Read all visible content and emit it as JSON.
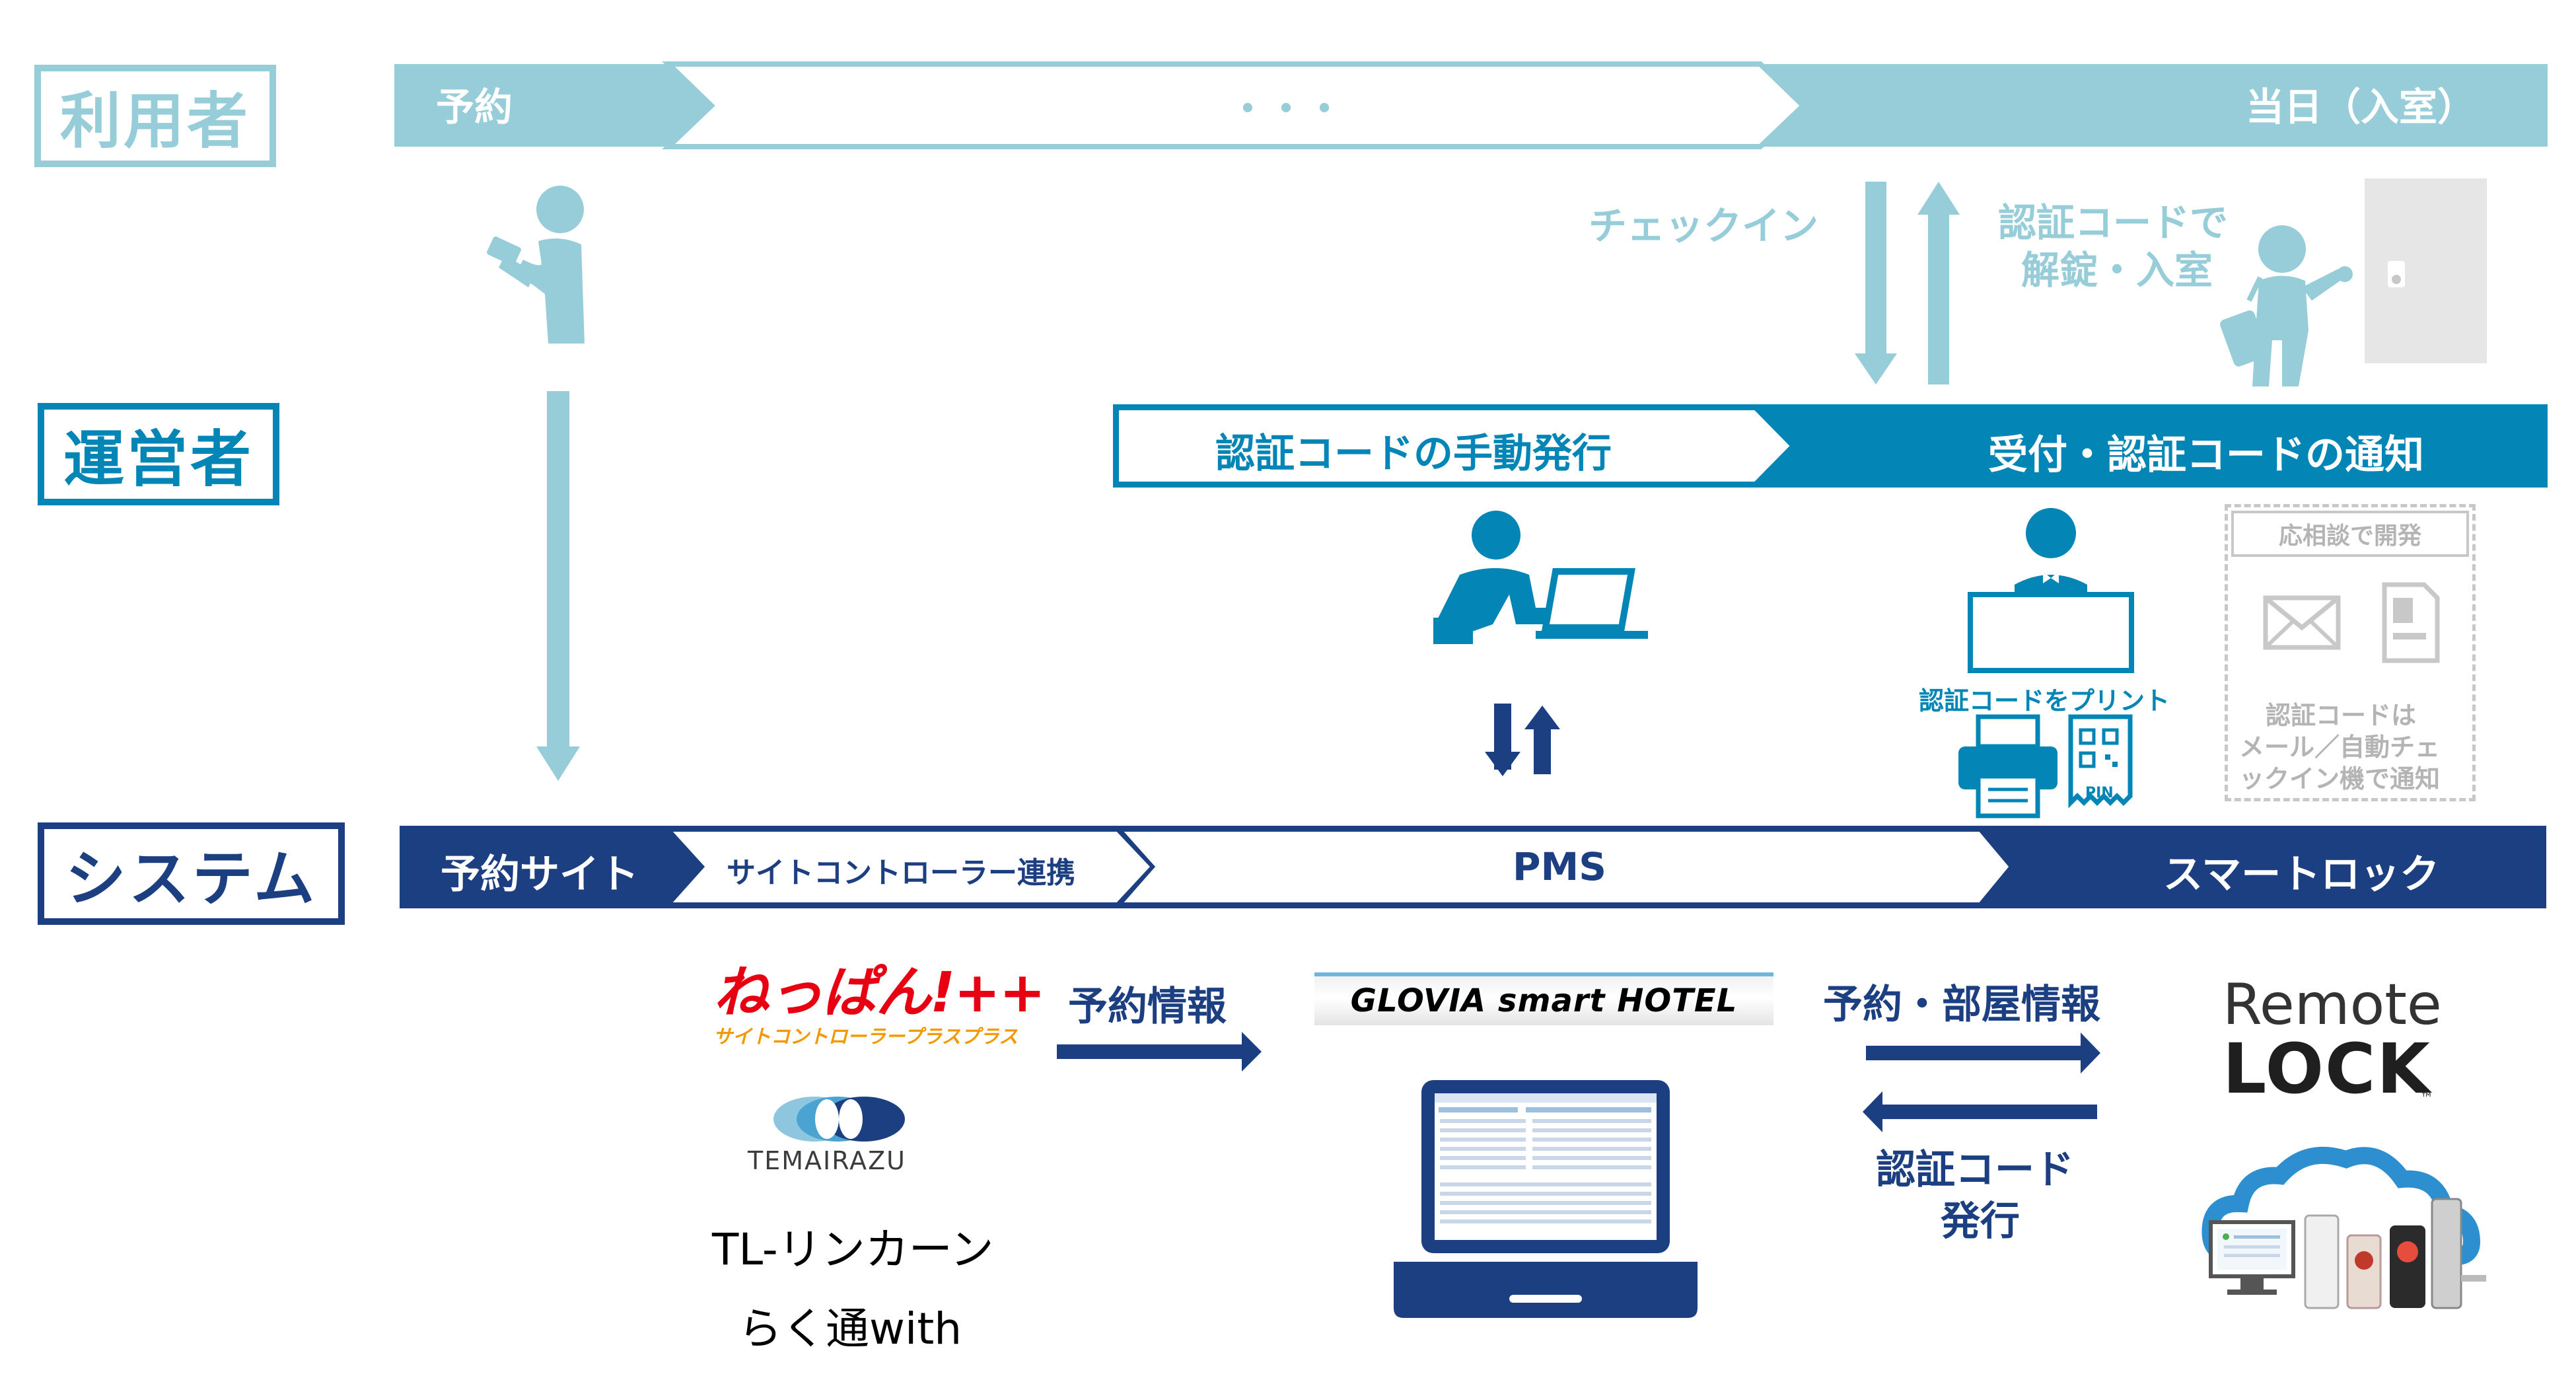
{
  "colors": {
    "light_teal": "#96cdd8",
    "teal": "#0385b5",
    "navy": "#1c3f82",
    "gray": "#c8c8c8",
    "logo_red": "#e60012"
  },
  "rows": {
    "user": "利用者",
    "operator": "運営者",
    "system": "システム"
  },
  "user_flow": {
    "reserve": "予約",
    "ellipsis": "・・・",
    "day_of": "当日（入室）"
  },
  "user_actions": {
    "checkin": "チェックイン",
    "unlock_line1": "認証コードで",
    "unlock_line2": "解錠・入室"
  },
  "operator_flow": {
    "manual_issue": "認証コードの手動発行",
    "notify": "受付・認証コードの通知"
  },
  "front_desk": {
    "print_label": "認証コードをプリント",
    "pin_label": "PIN"
  },
  "consult_box": {
    "title": "応相談で開発",
    "line1": "認証コードは",
    "line2": "メール／自動チェ",
    "line3": "ックイン機で通知"
  },
  "system_flow": {
    "booking_site": "予約サイト",
    "site_controller": "サイトコントローラー連携",
    "pms": "PMS",
    "smart_lock": "スマートロック"
  },
  "partners": {
    "neppan_main": "ねっぱん!++",
    "neppan_sub": "サイトコントローラープラスプラス",
    "temairazu": "TEMAIRAZU",
    "tl_lincoln": "TL-リンカーン",
    "rakutsu": "らく通with"
  },
  "flow_labels": {
    "reservation_info": "予約情報",
    "reservation_room_info": "予約・部屋情報",
    "auth_code_line1": "認証コード",
    "auth_code_line2": "発行"
  },
  "products": {
    "glovia": "GLOVIA smart HOTEL",
    "remote": "Remote",
    "lock": "LOCK",
    "tm": "™"
  }
}
